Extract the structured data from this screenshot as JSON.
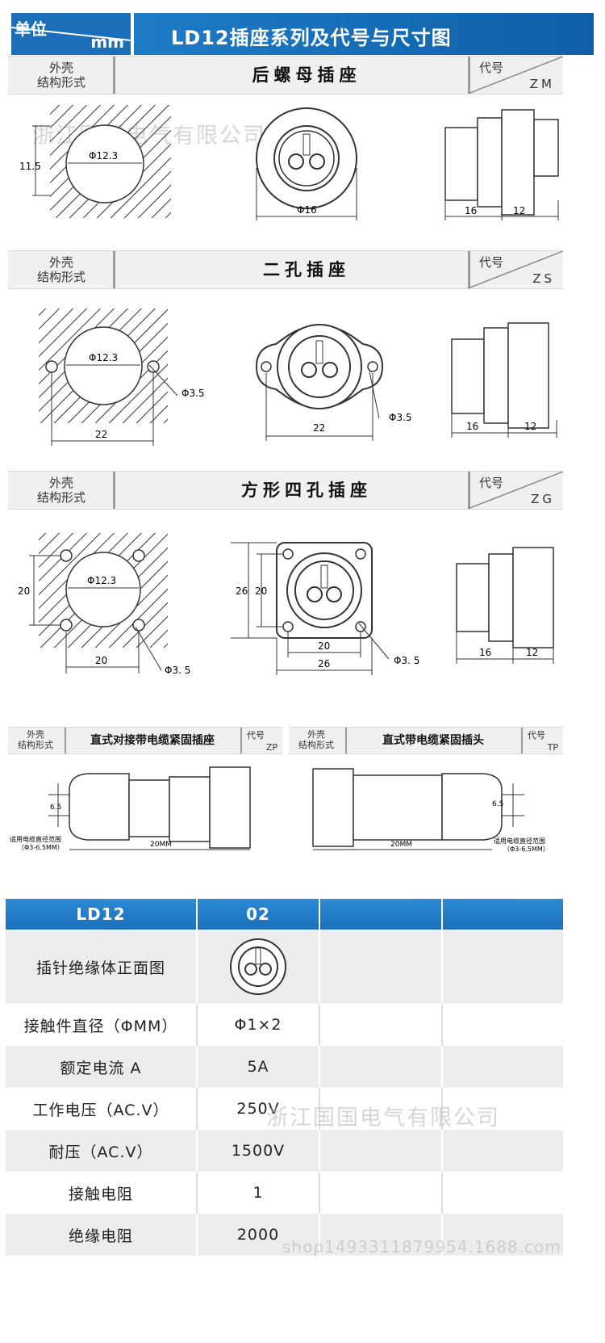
{
  "header": {
    "unit_line1": "单位",
    "unit_line2": "mm",
    "title": "LD12插座系列及代号与尺寸图"
  },
  "sections": [
    {
      "shell_line1": "外壳",
      "shell_line2": "结构形式",
      "name": "后螺母插座",
      "code_label": "代号",
      "code": "ZM"
    },
    {
      "shell_line1": "外壳",
      "shell_line2": "结构形式",
      "name": "二孔插座",
      "code_label": "代号",
      "code": "ZS"
    },
    {
      "shell_line1": "外壳",
      "shell_line2": "结构形式",
      "name": "方形四孔插座",
      "code_label": "代号",
      "code": "ZG"
    }
  ],
  "small_sections": [
    {
      "shell_line1": "外壳",
      "shell_line2": "结构形式",
      "name": "直式对接带电缆紧固插座",
      "code_label": "代号",
      "code": "ZP"
    },
    {
      "shell_line1": "外壳",
      "shell_line2": "结构形式",
      "name": "直式带电缆紧固插头",
      "code_label": "代号",
      "code": "TP"
    }
  ],
  "dims": {
    "zm": {
      "cutout_dia": "Φ12.3",
      "cutout_h": "11.5",
      "face_dia": "Φ16",
      "side_a": "16",
      "side_b": "12"
    },
    "zs": {
      "cutout_dia": "Φ12.3",
      "hole": "Φ3.5",
      "span": "22",
      "face_span": "22",
      "face_hole": "Φ3.5",
      "side_a": "16",
      "side_b": "12"
    },
    "zg": {
      "cutout_dia": "Φ12.3",
      "hole": "Φ3. 5",
      "span_v": "20",
      "span_h": "20",
      "face_26v": "26",
      "face_20v": "20",
      "face_20h": "20",
      "face_26h": "26",
      "face_hole": "Φ3. 5",
      "side_a": "16",
      "side_b": "12"
    },
    "zp": {
      "d": "6.5",
      "cable_range_1": "适用电缆直径范围",
      "cable_range_2": "（Φ3-6.5MM）",
      "length": "20MM"
    },
    "tp": {
      "d": "6.5",
      "cable_range_1": "适用电缆直径范围",
      "cable_range_2": "（Φ3-6.5MM）",
      "length": "20MM"
    }
  },
  "watermark": {
    "top": "浙江国国电气有限公司",
    "bottom": "浙江国国电气有限公司",
    "url": "shop1493311879954.1688.com"
  },
  "table": {
    "header": [
      "LD12",
      "02",
      "",
      ""
    ],
    "rows": [
      {
        "label": "插针绝缘体正面图",
        "value": ""
      },
      {
        "label": "接触件直径（ΦMM）",
        "value": "Φ1×2"
      },
      {
        "label": "额定电流 A",
        "value": "5A"
      },
      {
        "label": "工作电压（AC.V）",
        "value": "250V"
      },
      {
        "label": "耐压（AC.V）",
        "value": "1500V"
      },
      {
        "label": "接触电阻",
        "value": "1"
      },
      {
        "label": "绝缘电阻",
        "value": "2000"
      }
    ]
  },
  "colors": {
    "brand_blue": "#1a6fb8"
  }
}
